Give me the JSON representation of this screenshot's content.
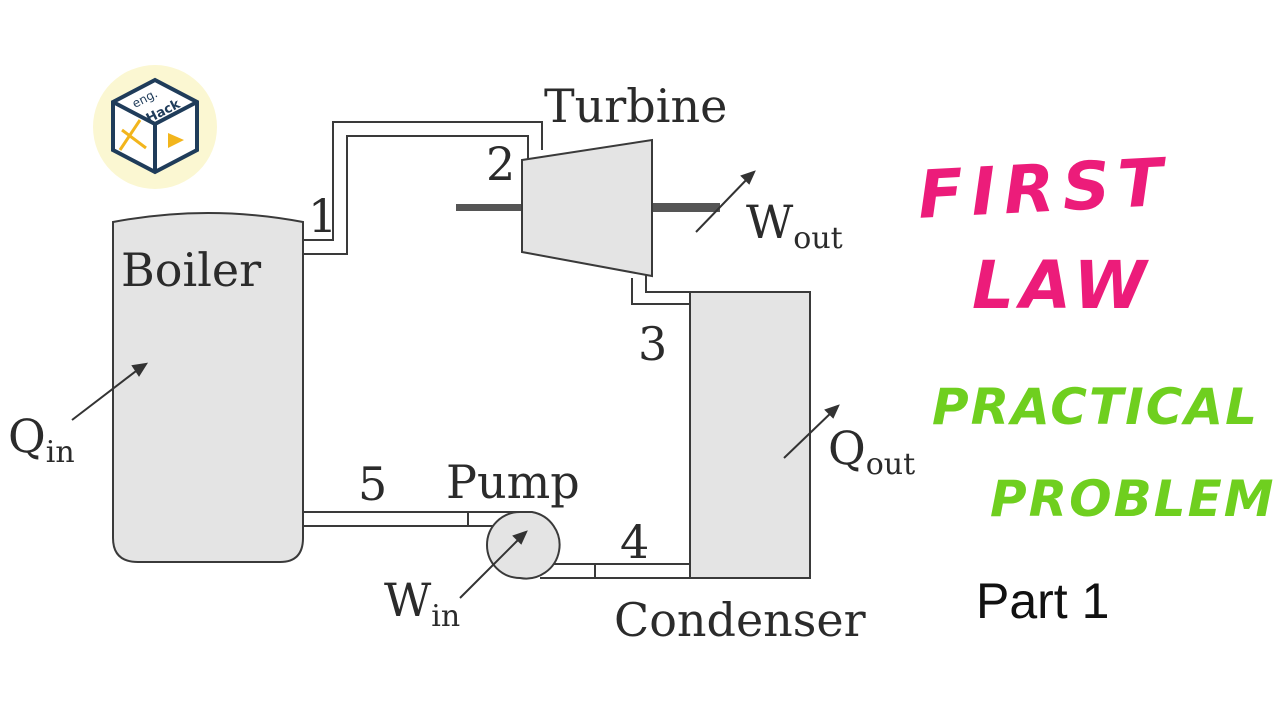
{
  "logo": {
    "text_line1": "eng.",
    "text_line2": "Hack",
    "icon": "cube-logo-icon"
  },
  "components": {
    "boiler": "Boiler",
    "turbine": "Turbine",
    "pump": "Pump",
    "condenser": "Condenser"
  },
  "states": [
    "1",
    "2",
    "3",
    "4",
    "5"
  ],
  "energy_flows": {
    "q_in": {
      "main": "Q",
      "sub": "in"
    },
    "q_out": {
      "main": "Q",
      "sub": "out"
    },
    "w_in": {
      "main": "W",
      "sub": "in"
    },
    "w_out": {
      "main": "W",
      "sub": "out"
    }
  },
  "headline": {
    "line1": "FIRST",
    "line2": "LAW",
    "line3": "PRACTICAL",
    "line4": "PROBLEM",
    "part": "Part 1",
    "colors": {
      "first_law": "#ec1c7a",
      "practical_problem": "#6fcf1f"
    }
  }
}
